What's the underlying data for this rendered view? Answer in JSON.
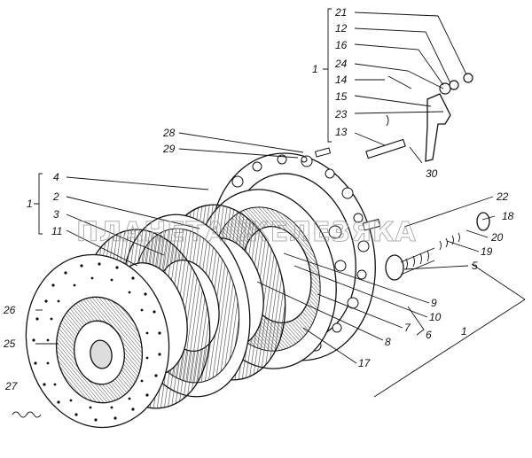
{
  "watermark": "ПЛАНЕТА ЖЕЛЕЗЯКА",
  "colors": {
    "ink": "#111111",
    "paper": "#ffffff",
    "watermark": "#9a9a9a",
    "hatch": "#444444"
  },
  "callouts": {
    "c21": "21",
    "c12": "12",
    "c16": "16",
    "c24": "24",
    "c14": "14",
    "c15": "15",
    "c23": "23",
    "c13": "13",
    "c30": "30",
    "c1_top": "1",
    "c28": "28",
    "c29": "29",
    "c4": "4",
    "c2": "2",
    "c3": "3",
    "c11": "11",
    "c1_left": "1",
    "c22": "22",
    "c18": "18",
    "c20": "20",
    "c19": "19",
    "c5": "5",
    "c9": "9",
    "c10": "10",
    "c7": "7",
    "c6": "6",
    "c1_right": "1",
    "c8": "8",
    "c17": "17",
    "c26": "26",
    "c25": "25",
    "c27": "27"
  }
}
